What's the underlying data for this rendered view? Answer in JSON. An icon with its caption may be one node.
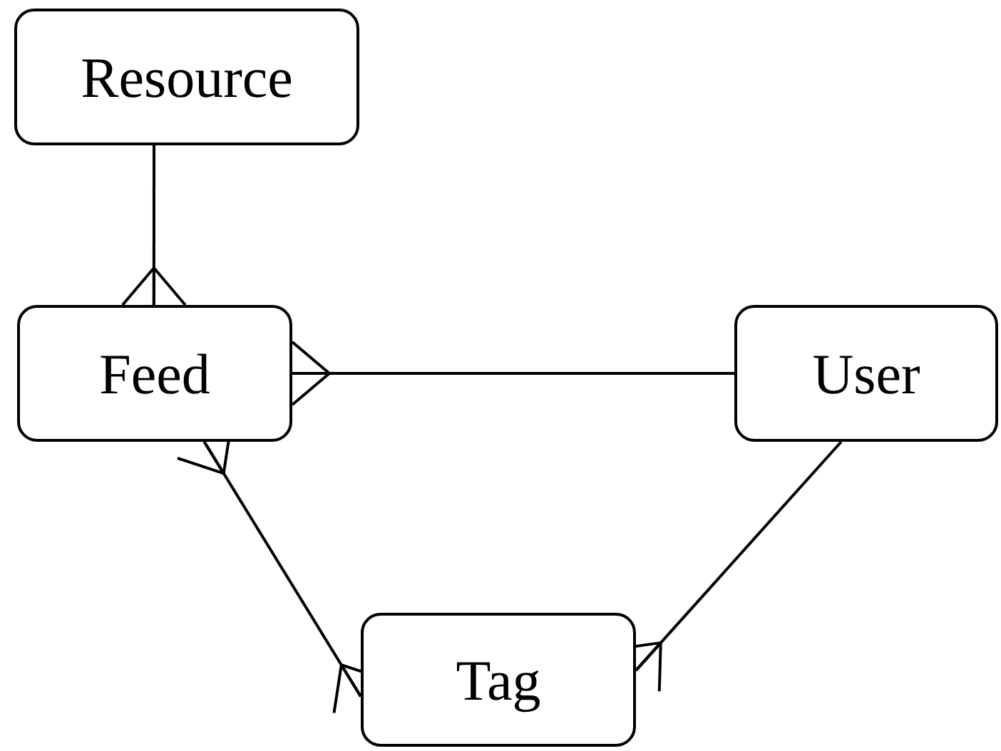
{
  "diagram": {
    "nodes": [
      {
        "text": [
          "Resource"
        ]
      },
      {
        "text": [
          "Feed"
        ]
      },
      {
        "text": [
          "User"
        ]
      },
      {
        "text": [
          "Tag"
        ]
      }
    ],
    "edges": [
      {
        "from": 0,
        "to": 1,
        "arrow": "other"
      },
      {
        "from": 2,
        "to": 1,
        "arrow": "other"
      },
      {
        "from": 1,
        "to": 3,
        "arrow": "other"
      },
      {
        "from": 2,
        "to": 3,
        "arrow": "other"
      }
    ]
  }
}
